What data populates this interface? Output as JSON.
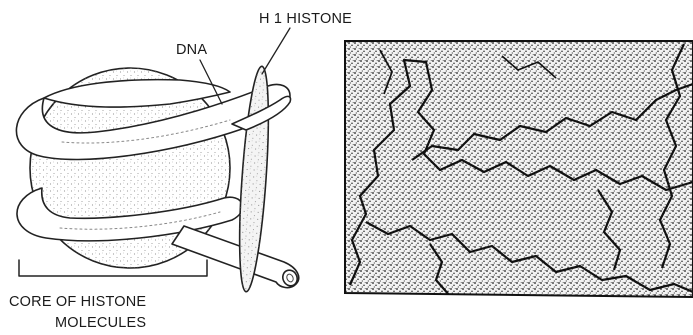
{
  "labels": {
    "h1_histone": "H 1 HISTONE",
    "dna": "DNA",
    "core_line1": "CORE OF HISTONE",
    "core_line2": "MOLECULES"
  }
}
